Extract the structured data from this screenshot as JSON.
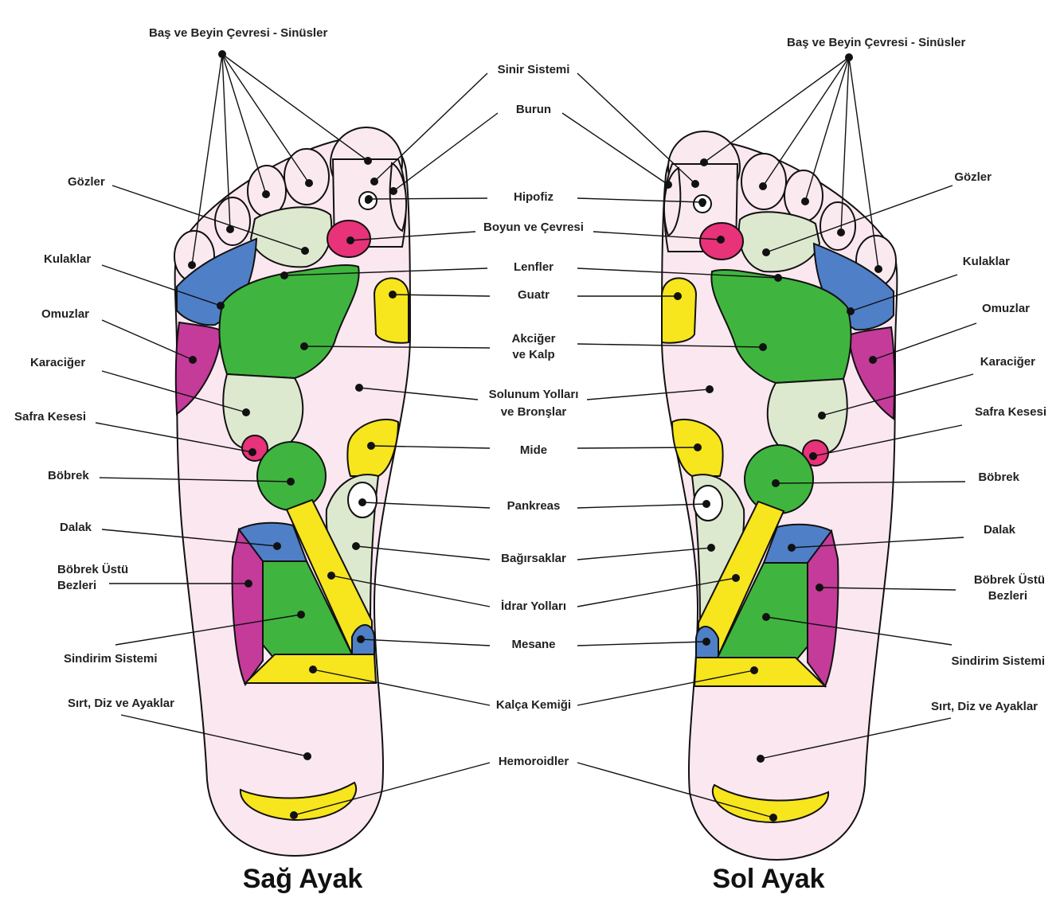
{
  "colors": {
    "sole": "#fbe7ef",
    "toe": "#fbe9f0",
    "pale_green": "#dde9cf",
    "green": "#3fb53f",
    "yellow": "#f7e51d",
    "magenta": "#c43b9a",
    "pink": "#e8327a",
    "blue": "#4f7fc7",
    "white": "#ffffff"
  },
  "titles": {
    "right_foot": "Sağ Ayak",
    "left_foot": "Sol Ayak"
  },
  "labels": {
    "head_right": "Baş ve Beyin Çevresi - Sinüsler",
    "head_left": "Baş ve Beyin Çevresi - Sinüsler",
    "eyes_right": "Gözler",
    "eyes_left": "Gözler",
    "ears_right": "Kulaklar",
    "ears_left": "Kulaklar",
    "shoulders_right": "Omuzlar",
    "shoulders_left": "Omuzlar",
    "liver_right": "Karaciğer",
    "liver_left": "Karaciğer",
    "gallbladder_right": "Safra Kesesi",
    "gallbladder_left": "Safra Kesesi",
    "kidney_right": "Böbrek",
    "kidney_left": "Böbrek",
    "spleen_right": "Dalak",
    "spleen_left": "Dalak",
    "adrenal_right_1": "Böbrek Üstü",
    "adrenal_right_2": "Bezleri",
    "adrenal_left_1": "Böbrek Üstü",
    "adrenal_left_2": "Bezleri",
    "digestive_right": "Sindirim Sistemi",
    "digestive_left": "Sindirim Sistemi",
    "back_right": "Sırt, Diz ve Ayaklar",
    "back_left": "Sırt, Diz ve Ayaklar",
    "nervous": "Sinir Sistemi",
    "nose": "Burun",
    "pituitary": "Hipofiz",
    "neck": "Boyun ve Çevresi",
    "lymph": "Lenfler",
    "thyroid": "Guatr",
    "lungs_1": "Akciğer",
    "lungs_2": "ve Kalp",
    "airways_1": "Solunum Yolları",
    "airways_2": "ve Bronşlar",
    "stomach": "Mide",
    "pancreas": "Pankreas",
    "intestines": "Bağırsaklar",
    "urinary": "İdrar Yolları",
    "bladder": "Mesane",
    "hip": "Kalça Kemiği",
    "hemorrhoids": "Hemoroidler"
  }
}
